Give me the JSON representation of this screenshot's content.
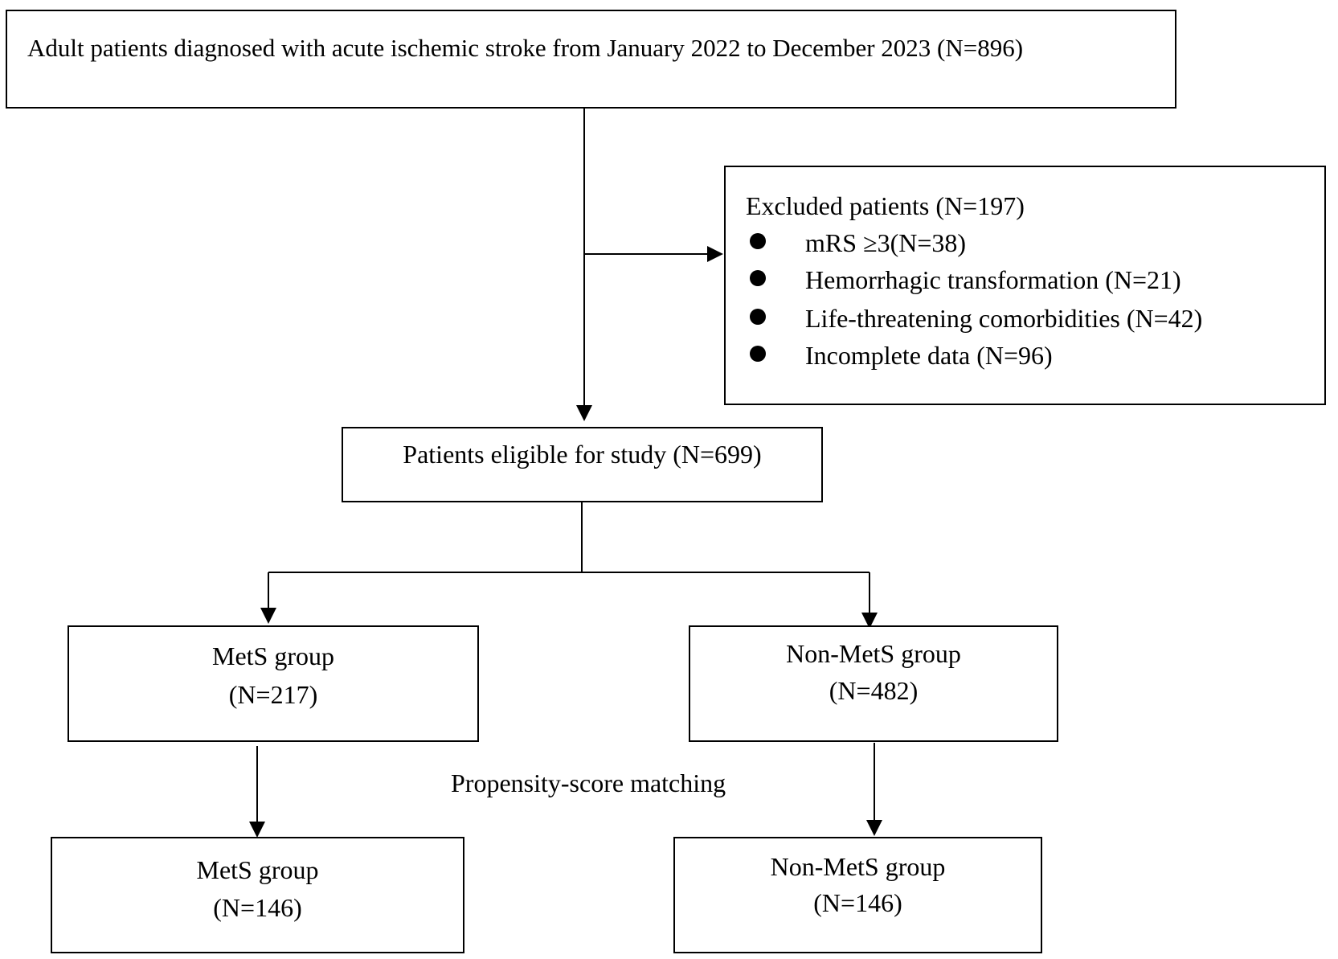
{
  "diagram": {
    "top_box": "Adult patients diagnosed with acute ischemic stroke from January 2022 to December 2023 (N=896)",
    "excluded": {
      "title": "Excluded patients (N=197)",
      "items": [
        "mRS ≥3(N=38)",
        "Hemorrhagic transformation (N=21)",
        "Life-threatening comorbidities (N=42)",
        "Incomplete data (N=96)"
      ]
    },
    "eligible": "Patients eligible for study (N=699)",
    "mets_group": {
      "label": "MetS group",
      "count": "(N=217)"
    },
    "non_mets_group": {
      "label": "Non-MetS group",
      "count": "(N=482)"
    },
    "matching_label": "Propensity-score matching",
    "mets_matched": {
      "label": "MetS group",
      "count": "(N=146)"
    },
    "non_mets_matched": {
      "label": "Non-MetS group",
      "count": "(N=146)"
    }
  }
}
